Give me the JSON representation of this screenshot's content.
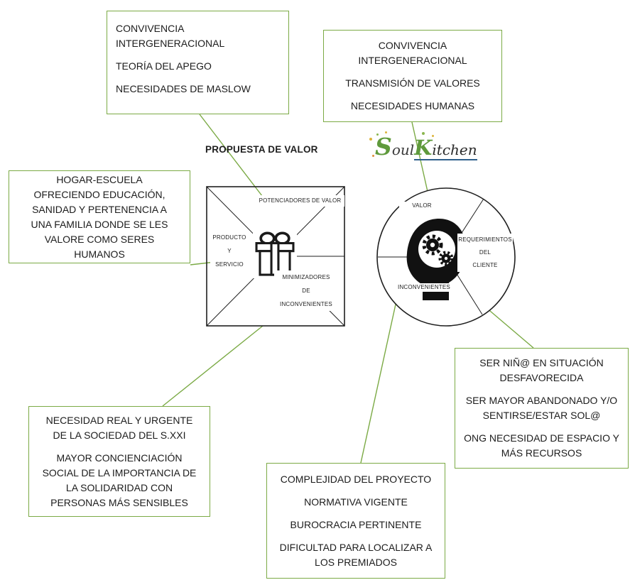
{
  "title": "PROPUESTA DE VALOR",
  "logo": {
    "s": "S",
    "oul": "oul",
    "k": "K",
    "itchen": "itchen"
  },
  "boxes": {
    "theory": {
      "paragraphs": [
        "CONVIVENCIA INTERGENERACIONAL",
        "TEORÍA DEL APEGO",
        "NECESIDADES DE MASLOW"
      ]
    },
    "values": {
      "paragraphs": [
        "CONVIVENCIA INTERGENERACIONAL",
        "TRANSMISIÓN DE VALORES",
        "NECESIDADES HUMANAS"
      ]
    },
    "home_school": {
      "paragraphs": [
        "HOGAR-ESCUELA OFRECIENDO EDUCACIÓN, SANIDAD Y PERTENENCIA A UNA FAMILIA DONDE SE LES VALORE COMO SERES HUMANOS"
      ]
    },
    "need": {
      "paragraphs": [
        "NECESIDAD REAL Y URGENTE DE LA SOCIEDAD DEL S.XXI",
        "MAYOR CONCIENCIACIÓN SOCIAL DE LA IMPORTANCIA DE LA SOLIDARIDAD CON PERSONAS MÁS SENSIBLES"
      ]
    },
    "complexity": {
      "paragraphs": [
        "COMPLEJIDAD DEL PROYECTO",
        "NORMATIVA VIGENTE",
        "BUROCRACIA PERTINENTE",
        "DIFICULTAD PARA LOCALIZAR A LOS PREMIADOS"
      ]
    },
    "situations": {
      "paragraphs": [
        "SER NIÑ@ EN SITUACIÓN DESFAVORECIDA",
        "SER MAYOR ABANDONADO Y/O SENTIRSE/ESTAR SOL@",
        "ONG NECESIDAD DE ESPACIO Y MÁS RECURSOS"
      ]
    }
  },
  "value_map": {
    "gain_creators": "POTENCIADORES DE VALOR",
    "products": [
      "PRODUCTO",
      "Y",
      "SERVICIO"
    ],
    "pain_relievers": [
      "MINIMIZADORES",
      "DE",
      "INCONVENIENTES"
    ]
  },
  "customer_profile": {
    "gains": "VALOR",
    "jobs": [
      "REQUERIMIENTOS",
      "DEL",
      "CLIENTE"
    ],
    "pains": "INCONVENIENTES"
  },
  "colors": {
    "accent_green": "#7baa45",
    "ink": "#1f1f1f",
    "logo_green": "#5f9a3c",
    "logo_underline": "#2e5f8a"
  }
}
